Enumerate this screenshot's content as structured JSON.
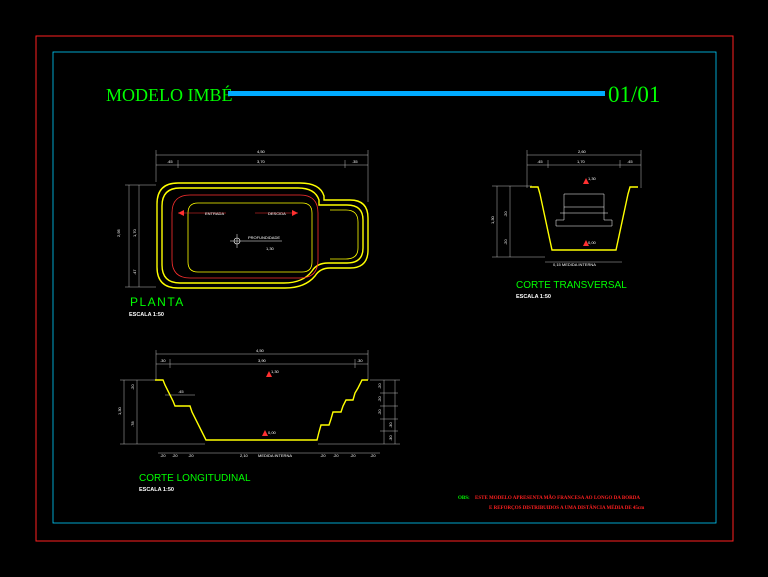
{
  "sheet": {
    "title": "MODELO IMBÉ",
    "number": "01/01",
    "colors": {
      "frame_outer": "#ff0000",
      "frame_inner": "#00ffff",
      "title_bar": "#00aaff",
      "title_text": "#00ff00",
      "pool_outline": "#ffff00"
    }
  },
  "plan": {
    "title": "PLANTA",
    "scale": "ESCALA 1:50",
    "overall_dim": "4,50",
    "top_dims": [
      ".45",
      "3,70",
      ".35"
    ],
    "side_dims": [
      "2,95",
      "1,70",
      ".47"
    ],
    "labels": [
      "ENTRADA",
      "DESCIDA",
      "PROFUNDIDADE",
      "1,30"
    ]
  },
  "transversal": {
    "title": "CORTE TRANSVERSAL",
    "scale": "ESCALA 1:50",
    "overall_dim": "2,60",
    "top_dims": [
      ".45",
      "1,70",
      ".45"
    ],
    "side_dims": [
      "1,30",
      ".20",
      ".20"
    ],
    "level_top": "1,30",
    "level_bottom": "0,00",
    "bottom_label": "0,15   MEDIDA INTERNA"
  },
  "longitudinal": {
    "title": "CORTE LONGITUDINAL",
    "scale": "ESCALA 1:50",
    "overall_dim": "4,50",
    "top_dims": [
      ".30",
      "3,90",
      ".30"
    ],
    "left_dims": [
      "1,30",
      ".78",
      ".20"
    ],
    "right_dims": [
      ".20",
      ".20",
      ".20",
      ".30",
      ".30"
    ],
    "inner_dim": ".45",
    "level_top": "1,30",
    "level_bottom": "0,00",
    "bottom_dims": [
      ".20",
      ".20",
      ".20",
      "2,10",
      ".20",
      ".20",
      ".20",
      ".20"
    ],
    "bottom_label": "MEDIDA INTERNA"
  },
  "note": {
    "prefix": "OBS:",
    "line1": "ESTE MODELO APRESENTA MÃO FRANCESA AO LONGO DA BORDA",
    "line2": "E REFORÇOS DISTRIBUIDOS A UMA DISTÂNCIA MÉDIA DE 45cm"
  }
}
